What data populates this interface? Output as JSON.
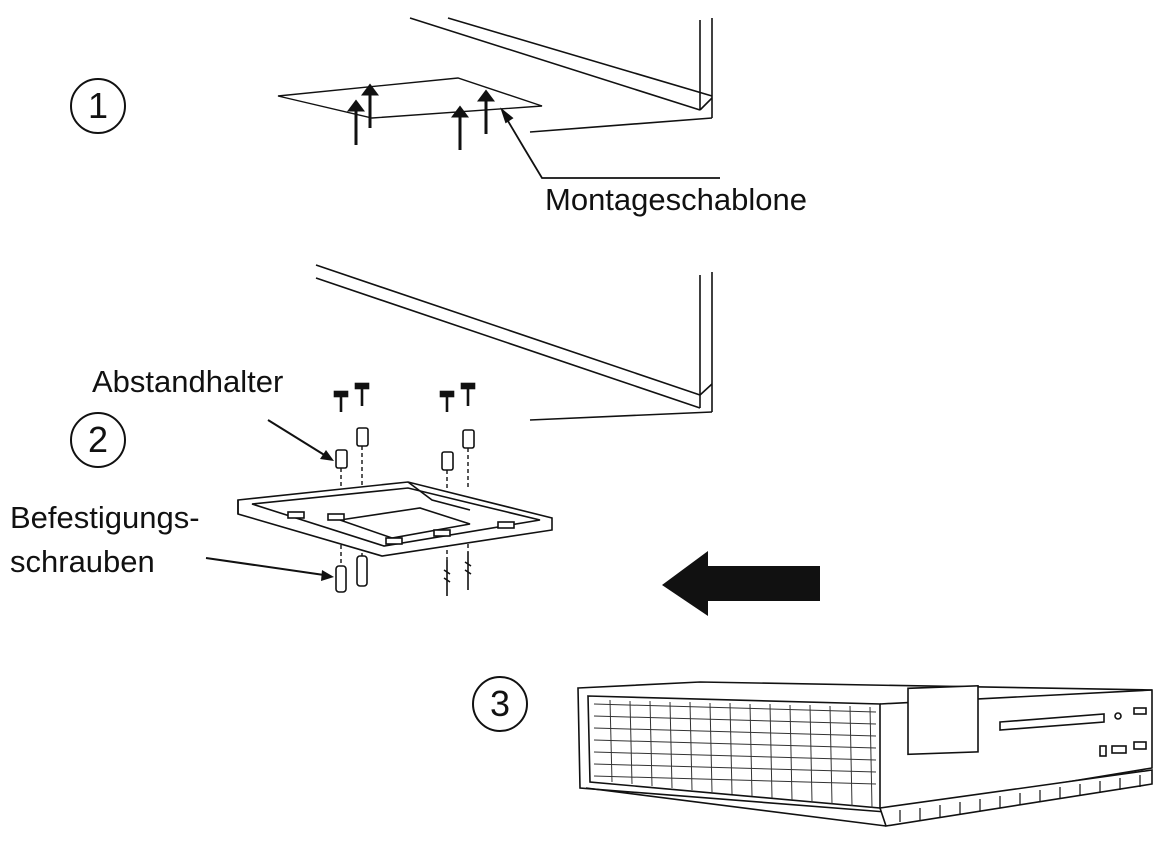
{
  "steps": [
    {
      "number": "1"
    },
    {
      "number": "2"
    },
    {
      "number": "3"
    }
  ],
  "labels": {
    "template": "Montageschablone",
    "spacer": "Abstandhalter",
    "screws_line1": "Befestigungs-",
    "screws_line2": "schrauben"
  },
  "icons": {
    "direction_arrow": "arrow-left-icon"
  },
  "colors": {
    "line": "#111111",
    "background": "#ffffff"
  }
}
